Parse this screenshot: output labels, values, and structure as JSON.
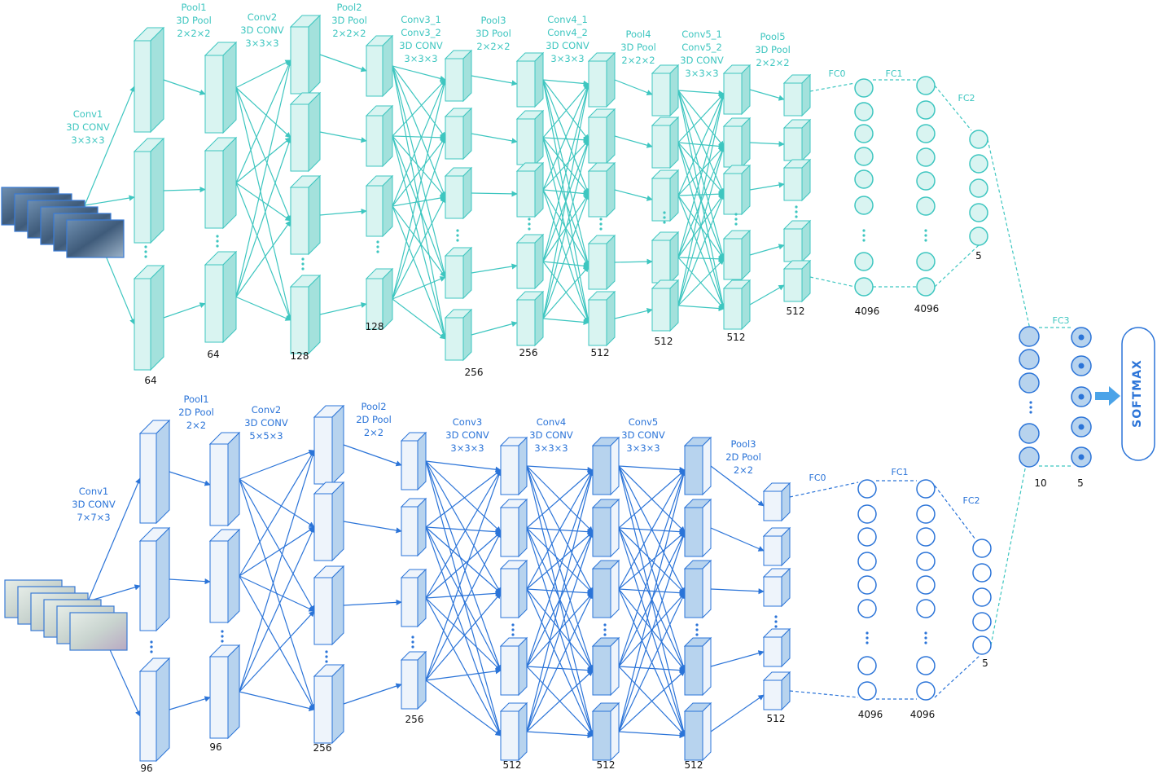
{
  "top_stream": {
    "input_label": [
      "Conv1",
      "3D CONV",
      "3×3×3"
    ],
    "stage_labels": [
      [
        "Pool1",
        "3D Pool",
        "2×2×2"
      ],
      [
        "Conv2",
        "3D CONV",
        "3×3×3"
      ],
      [
        "Pool2",
        "3D Pool",
        "2×2×2"
      ],
      [
        "Conv3_1",
        "Conv3_2",
        "3D CONV",
        "3×3×3"
      ],
      [
        "Pool3",
        "3D Pool",
        "2×2×2"
      ],
      [
        "Conv4_1",
        "Conv4_2",
        "3D CONV",
        "3×3×3"
      ],
      [
        "Pool4",
        "3D Pool",
        "2×2×2"
      ],
      [
        "Conv5_1",
        "Conv5_2",
        "3D CONV",
        "3×3×3"
      ],
      [
        "Pool5",
        "3D Pool",
        "2×2×2"
      ]
    ],
    "counts": [
      "64",
      "64",
      "128",
      "128",
      "256",
      "256",
      "512",
      "512",
      "512",
      "512"
    ],
    "fc_labels": [
      "FC0",
      "FC1",
      "FC2"
    ],
    "fc_counts": [
      "4096",
      "4096",
      "5"
    ]
  },
  "bottom_stream": {
    "input_label": [
      "Conv1",
      "3D CONV",
      "7×7×3"
    ],
    "stage_labels": [
      [
        "Pool1",
        "2D Pool",
        "2×2"
      ],
      [
        "Conv2",
        "3D CONV",
        "5×5×3"
      ],
      [
        "Pool2",
        "2D Pool",
        "2×2"
      ],
      [
        "Conv3",
        "3D CONV",
        "3×3×3"
      ],
      [
        "Conv4",
        "3D CONV",
        "3×3×3"
      ],
      [
        "Conv5",
        "3D CONV",
        "3×3×3"
      ],
      [
        "Pool3",
        "2D Pool",
        "2×2"
      ]
    ],
    "counts": [
      "96",
      "96",
      "256",
      "256",
      "512",
      "512",
      "512",
      "512"
    ],
    "fc_labels": [
      "FC0",
      "FC1",
      "FC2"
    ],
    "fc_counts": [
      "4096",
      "4096",
      "5"
    ]
  },
  "fusion": {
    "fc_label": "FC3",
    "counts": [
      "10",
      "5"
    ],
    "softmax": "SOFTMAX"
  },
  "colors": {
    "top_stroke": "#3ec6c0",
    "top_fill": "#d9f4f1",
    "top_side": "#a3e1dc",
    "bottom_stroke": "#2b74d8",
    "bottom_fill": "#eef4fb",
    "bottom_side": "#b7d3ee",
    "fusion_node": "#b7d3ee"
  }
}
